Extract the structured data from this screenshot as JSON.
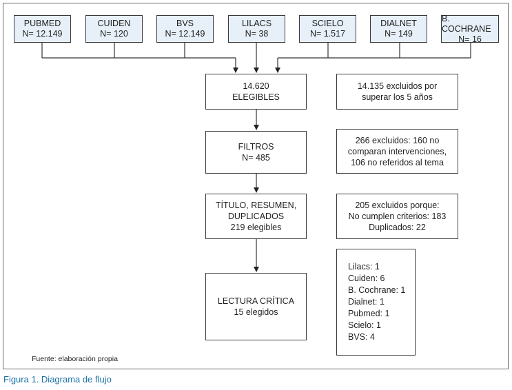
{
  "sources": [
    {
      "name": "PUBMED",
      "count": "N= 12.149"
    },
    {
      "name": "CUIDEN",
      "count": "N= 120"
    },
    {
      "name": "BVS",
      "count": "N= 12.149"
    },
    {
      "name": "LILACS",
      "count": "N= 38"
    },
    {
      "name": "SCIELO",
      "count": "N= 1.517"
    },
    {
      "name": "DIALNET",
      "count": "N= 149"
    },
    {
      "name": "B. COCHRANE",
      "count": "N= 16"
    }
  ],
  "steps": [
    {
      "line1": "14.620",
      "line2": "ELEGIBLES"
    },
    {
      "line1": "FILTROS",
      "line2": "N= 485"
    },
    {
      "line1": "TÍTULO, RESUMEN,",
      "line2": "DUPLICADOS",
      "line3": "219 elegibles"
    },
    {
      "line1": "LECTURA CRÍTICA",
      "line2": "15 elegidos"
    }
  ],
  "exclusions": [
    {
      "line1": "14.135 excluidos por",
      "line2": "superar los 5 años"
    },
    {
      "line1": "266 excluidos: 160 no",
      "line2": "comparan intervenciones,",
      "line3": "106 no referidos al tema"
    },
    {
      "line1": "205 excluidos porque:",
      "line2": "No cumplen criterios: 183",
      "line3": "Duplicados: 22"
    }
  ],
  "selected": [
    "Lilacs: 1",
    "Cuiden: 6",
    "B. Cochrane: 1",
    "Dialnet: 1",
    "Pubmed: 1",
    "Scielo: 1",
    "BVS: 4"
  ],
  "footnote": "Fuente: elaboración propia",
  "caption": "Figura 1. Diagrama de flujo",
  "colors": {
    "source_fill": "#e7f0f8",
    "caption": "#1a72a8",
    "stroke": "#3a3a3a"
  }
}
